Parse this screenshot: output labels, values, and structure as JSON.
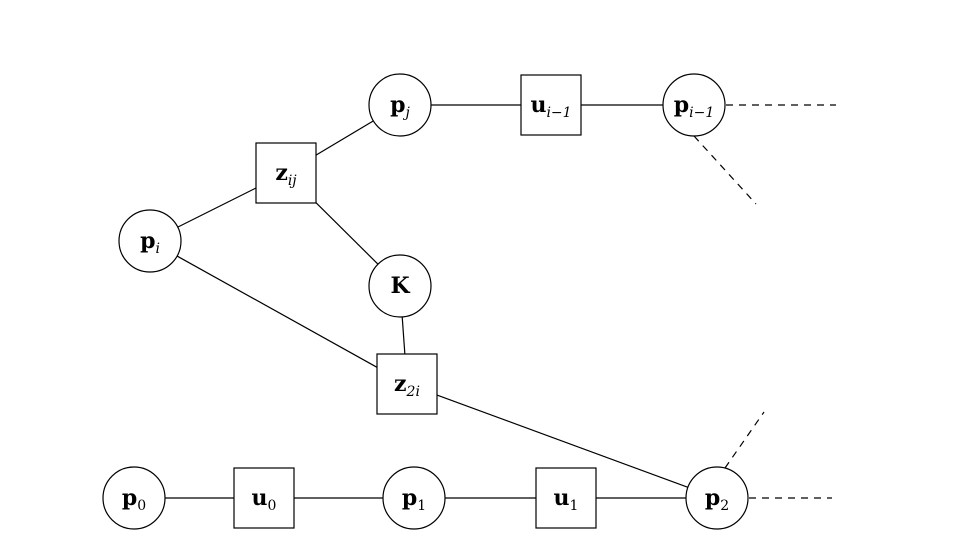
{
  "diagram": {
    "nodes": [
      {
        "id": "pj",
        "shape": "circle",
        "base": "p",
        "sub": "j",
        "sub_style": "italic"
      },
      {
        "id": "ui1",
        "shape": "square",
        "base": "u",
        "sub": "i−1",
        "sub_style": "italic"
      },
      {
        "id": "pi1",
        "shape": "circle",
        "base": "p",
        "sub": "i−1",
        "sub_style": "italic"
      },
      {
        "id": "zij",
        "shape": "square",
        "base": "z",
        "sub": "ij",
        "sub_style": "italic"
      },
      {
        "id": "pi",
        "shape": "circle",
        "base": "p",
        "sub": "i",
        "sub_style": "italic"
      },
      {
        "id": "K",
        "shape": "circle",
        "base": "K",
        "sub": "",
        "sub_style": "italic"
      },
      {
        "id": "z2i",
        "shape": "square",
        "base": "z",
        "sub": "2i",
        "sub_style": "mixed"
      },
      {
        "id": "p0",
        "shape": "circle",
        "base": "p",
        "sub": "0",
        "sub_style": "roman"
      },
      {
        "id": "u0",
        "shape": "square",
        "base": "u",
        "sub": "0",
        "sub_style": "roman"
      },
      {
        "id": "p1",
        "shape": "circle",
        "base": "p",
        "sub": "1",
        "sub_style": "roman"
      },
      {
        "id": "u1",
        "shape": "square",
        "base": "u",
        "sub": "1",
        "sub_style": "roman"
      },
      {
        "id": "p2",
        "shape": "circle",
        "base": "p",
        "sub": "2",
        "sub_style": "roman"
      }
    ],
    "edges": [
      {
        "from": "pj",
        "to": "ui1",
        "style": "solid"
      },
      {
        "from": "ui1",
        "to": "pi1",
        "style": "solid"
      },
      {
        "from": "zij",
        "to": "pj",
        "style": "solid"
      },
      {
        "from": "pi",
        "to": "zij",
        "style": "solid"
      },
      {
        "from": "zij",
        "to": "K",
        "style": "solid"
      },
      {
        "from": "K",
        "to": "z2i",
        "style": "solid"
      },
      {
        "from": "pi",
        "to": "z2i",
        "style": "solid"
      },
      {
        "from": "z2i",
        "to": "p2",
        "style": "solid"
      },
      {
        "from": "p0",
        "to": "u0",
        "style": "solid"
      },
      {
        "from": "u0",
        "to": "p1",
        "style": "solid"
      },
      {
        "from": "p1",
        "to": "u1",
        "style": "solid"
      },
      {
        "from": "u1",
        "to": "p2",
        "style": "solid"
      }
    ],
    "colors": {
      "stroke": "#000000",
      "fill": "#ffffff",
      "background": "#ffffff"
    }
  }
}
